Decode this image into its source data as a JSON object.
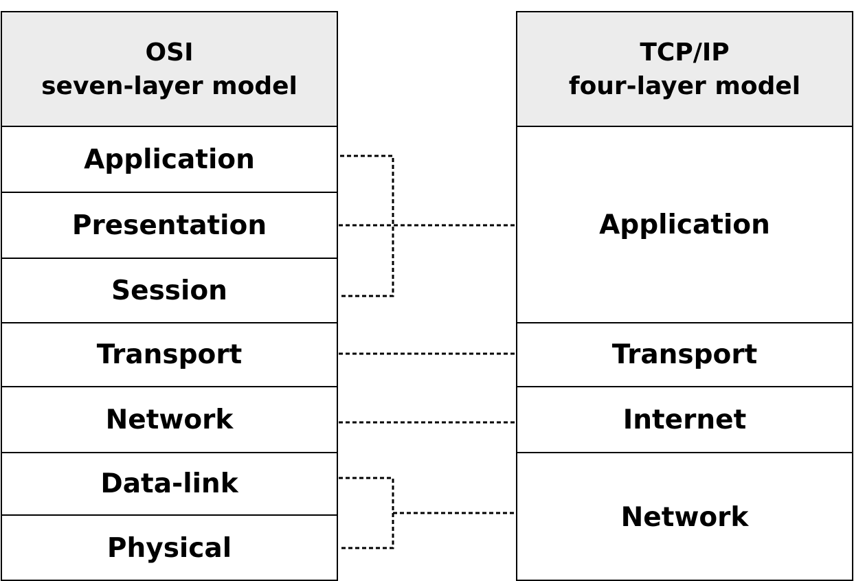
{
  "osi": {
    "title_line1": "OSI",
    "title_line2": "seven-layer model",
    "layers": [
      "Application",
      "Presentation",
      "Session",
      "Transport",
      "Network",
      "Data-link",
      "Physical"
    ]
  },
  "tcp": {
    "title_line1": "TCP/IP",
    "title_line2": "four-layer model",
    "layers": [
      "Application",
      "Transport",
      "Internet",
      "Network"
    ]
  },
  "mapping": [
    {
      "tcp": "Application",
      "osi": [
        "Application",
        "Presentation",
        "Session"
      ]
    },
    {
      "tcp": "Transport",
      "osi": [
        "Transport"
      ]
    },
    {
      "tcp": "Internet",
      "osi": [
        "Network"
      ]
    },
    {
      "tcp": "Network",
      "osi": [
        "Data-link",
        "Physical"
      ]
    }
  ]
}
